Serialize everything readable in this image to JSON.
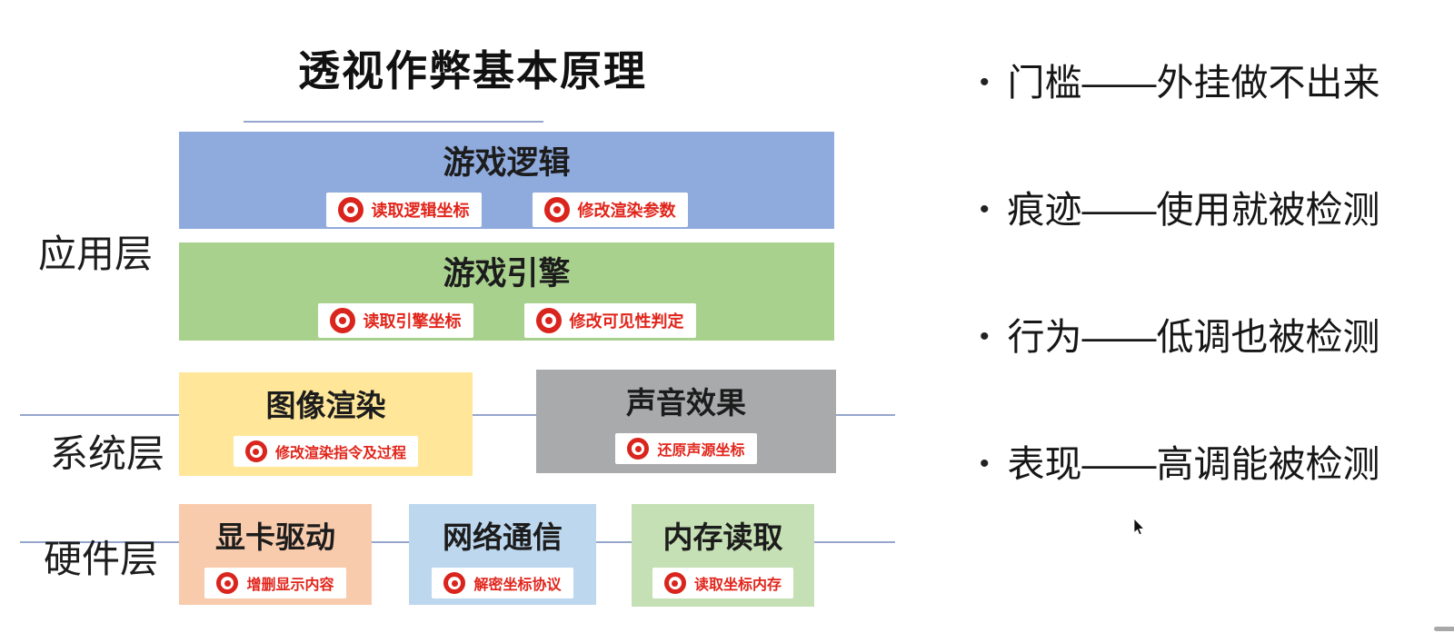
{
  "title": "透视作弊基本原理",
  "bullet_char": "•",
  "layers": [
    {
      "label": "应用层"
    },
    {
      "label": "系统层"
    },
    {
      "label": "硬件层"
    }
  ],
  "boxes": {
    "game_logic": {
      "title": "游戏逻辑",
      "badges": [
        "读取逻辑坐标",
        "修改渲染参数"
      ],
      "color": "#8faadc"
    },
    "game_engine": {
      "title": "游戏引擎",
      "badges": [
        "读取引擎坐标",
        "修改可见性判定"
      ],
      "color": "#a9d18e"
    },
    "image_render": {
      "title": "图像渲染",
      "badges": [
        "修改渲染指令及过程"
      ],
      "color": "#ffe699"
    },
    "sound_effect": {
      "title": "声音效果",
      "badges": [
        "还原声源坐标"
      ],
      "color": "#a9aaac"
    },
    "gpu_driver": {
      "title": "显卡驱动",
      "badges": [
        "增删显示内容"
      ],
      "color": "#f8cbad"
    },
    "network_comm": {
      "title": "网络通信",
      "badges": [
        "解密坐标协议"
      ],
      "color": "#bdd7ee"
    },
    "memory_read": {
      "title": "内存读取",
      "badges": [
        "读取坐标内存"
      ],
      "color": "#c5e0b4"
    }
  },
  "bullets": [
    "门槛——外挂做不出来",
    "痕迹——使用就被检测",
    "行为——低调也被检测",
    "表现——高调能被检测"
  ],
  "accent_colors": {
    "badge_text": "#e1251b",
    "badge_icon": "#d9251d",
    "connector_line": "#95a5cd",
    "text": "#1a1a1a"
  }
}
